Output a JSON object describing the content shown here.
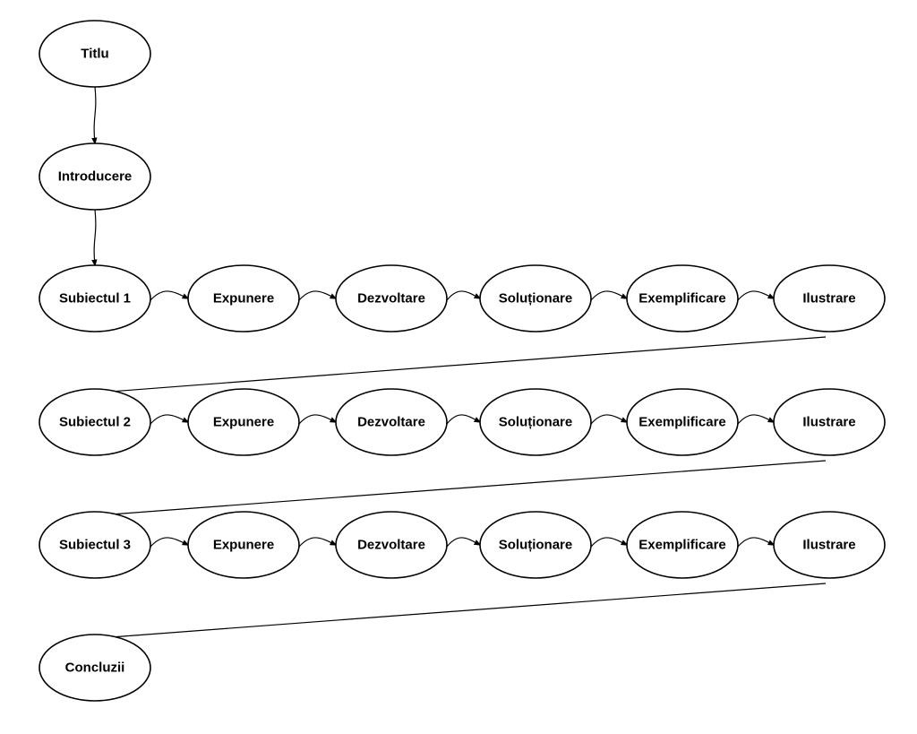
{
  "diagram": {
    "nodes": {
      "title": "Titlu",
      "intro": "Introducere",
      "conclusion": "Concluzii",
      "subjects": [
        {
          "label": "Subiectul 1",
          "steps": [
            "Expunere",
            "Dezvoltare",
            "Soluționare",
            "Exemplificare",
            "Ilustrare"
          ]
        },
        {
          "label": "Subiectul 2",
          "steps": [
            "Expunere",
            "Dezvoltare",
            "Soluționare",
            "Exemplificare",
            "Ilustrare"
          ]
        },
        {
          "label": "Subiectul 3",
          "steps": [
            "Expunere",
            "Dezvoltare",
            "Soluționare",
            "Exemplificare",
            "Ilustrare"
          ]
        }
      ]
    },
    "edges": [
      [
        "title",
        "intro"
      ],
      [
        "intro",
        "s0"
      ],
      [
        "s0",
        "s0-0"
      ],
      [
        "s0-0",
        "s0-1"
      ],
      [
        "s0-1",
        "s0-2"
      ],
      [
        "s0-2",
        "s0-3"
      ],
      [
        "s0-3",
        "s0-4"
      ],
      [
        "s0-4",
        "s1"
      ],
      [
        "s1",
        "s1-0"
      ],
      [
        "s1-0",
        "s1-1"
      ],
      [
        "s1-1",
        "s1-2"
      ],
      [
        "s1-2",
        "s1-3"
      ],
      [
        "s1-3",
        "s1-4"
      ],
      [
        "s1-4",
        "s2"
      ],
      [
        "s2",
        "s2-0"
      ],
      [
        "s2-0",
        "s2-1"
      ],
      [
        "s2-1",
        "s2-2"
      ],
      [
        "s2-2",
        "s2-3"
      ],
      [
        "s2-3",
        "s2-4"
      ],
      [
        "s2-4",
        "conclusion"
      ]
    ]
  }
}
